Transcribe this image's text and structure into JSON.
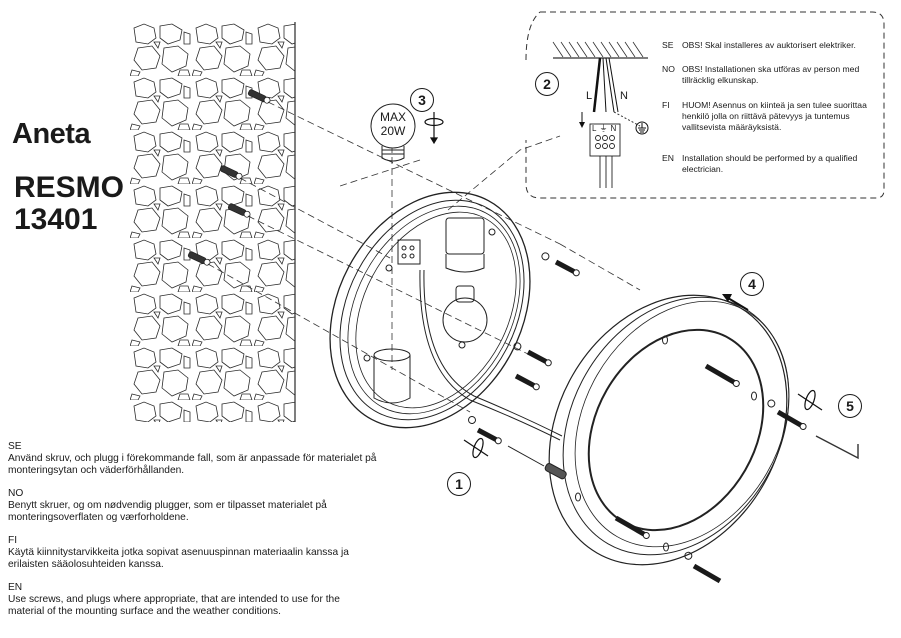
{
  "brand": {
    "name": "Aneta",
    "logo_icon": "aneta-sunburst-logo"
  },
  "product": {
    "name": "RESMO",
    "number": "13401"
  },
  "steps": [
    {
      "number": "1",
      "icon": "screwdriver-rotate-icon"
    },
    {
      "number": "2",
      "icon": "wiring-icon"
    },
    {
      "number": "3",
      "icon": "bulb-rotate-icon"
    },
    {
      "number": "4",
      "icon": "push-arrow-icon"
    },
    {
      "number": "5",
      "icon": "allen-key-rotate-icon"
    }
  ],
  "bulb": {
    "line1": "MAX",
    "line2": "20W"
  },
  "wiring": {
    "live_label": "L",
    "neutral_label": "N",
    "terminal_labels": [
      "L",
      "⏚",
      "N"
    ],
    "earth_icon": "ground-symbol-icon"
  },
  "electrician_notes": [
    {
      "code": "SE",
      "text": "OBS! Skal installeres av auktorisert elektriker."
    },
    {
      "code": "NO",
      "text": "OBS! Installationen ska utföras av person med tillräcklig elkunskap."
    },
    {
      "code": "FI",
      "text": "HUOM! Asennus on kiinteä ja sen tulee suorittaa henkilö jolla on riittävä pätevyys ja tuntemus vallitsevista määräyksistä."
    },
    {
      "code": "EN",
      "text": "Installation should be performed by a qualified electrician."
    }
  ],
  "mounting_instructions": [
    {
      "code": "SE",
      "text": "Använd skruv, och plugg i förekommande fall, som är anpassade för materialet på monteringsytan och väderförhållanden."
    },
    {
      "code": "NO",
      "text": "Benytt skruer, og om nødvendig plugger, som er tilpasset materialet på monteringsoverflaten og værforholdene."
    },
    {
      "code": "FI",
      "text": "Käytä kiinnitystarvikkeita jotka sopivat asenuuspinnan materiaalin kanssa ja erilaisten sääolosuhteiden kanssa."
    },
    {
      "code": "EN",
      "text": "Use screws, and plugs where appropriate, that are intended to use for the material of the mounting surface and the weather conditions."
    }
  ]
}
